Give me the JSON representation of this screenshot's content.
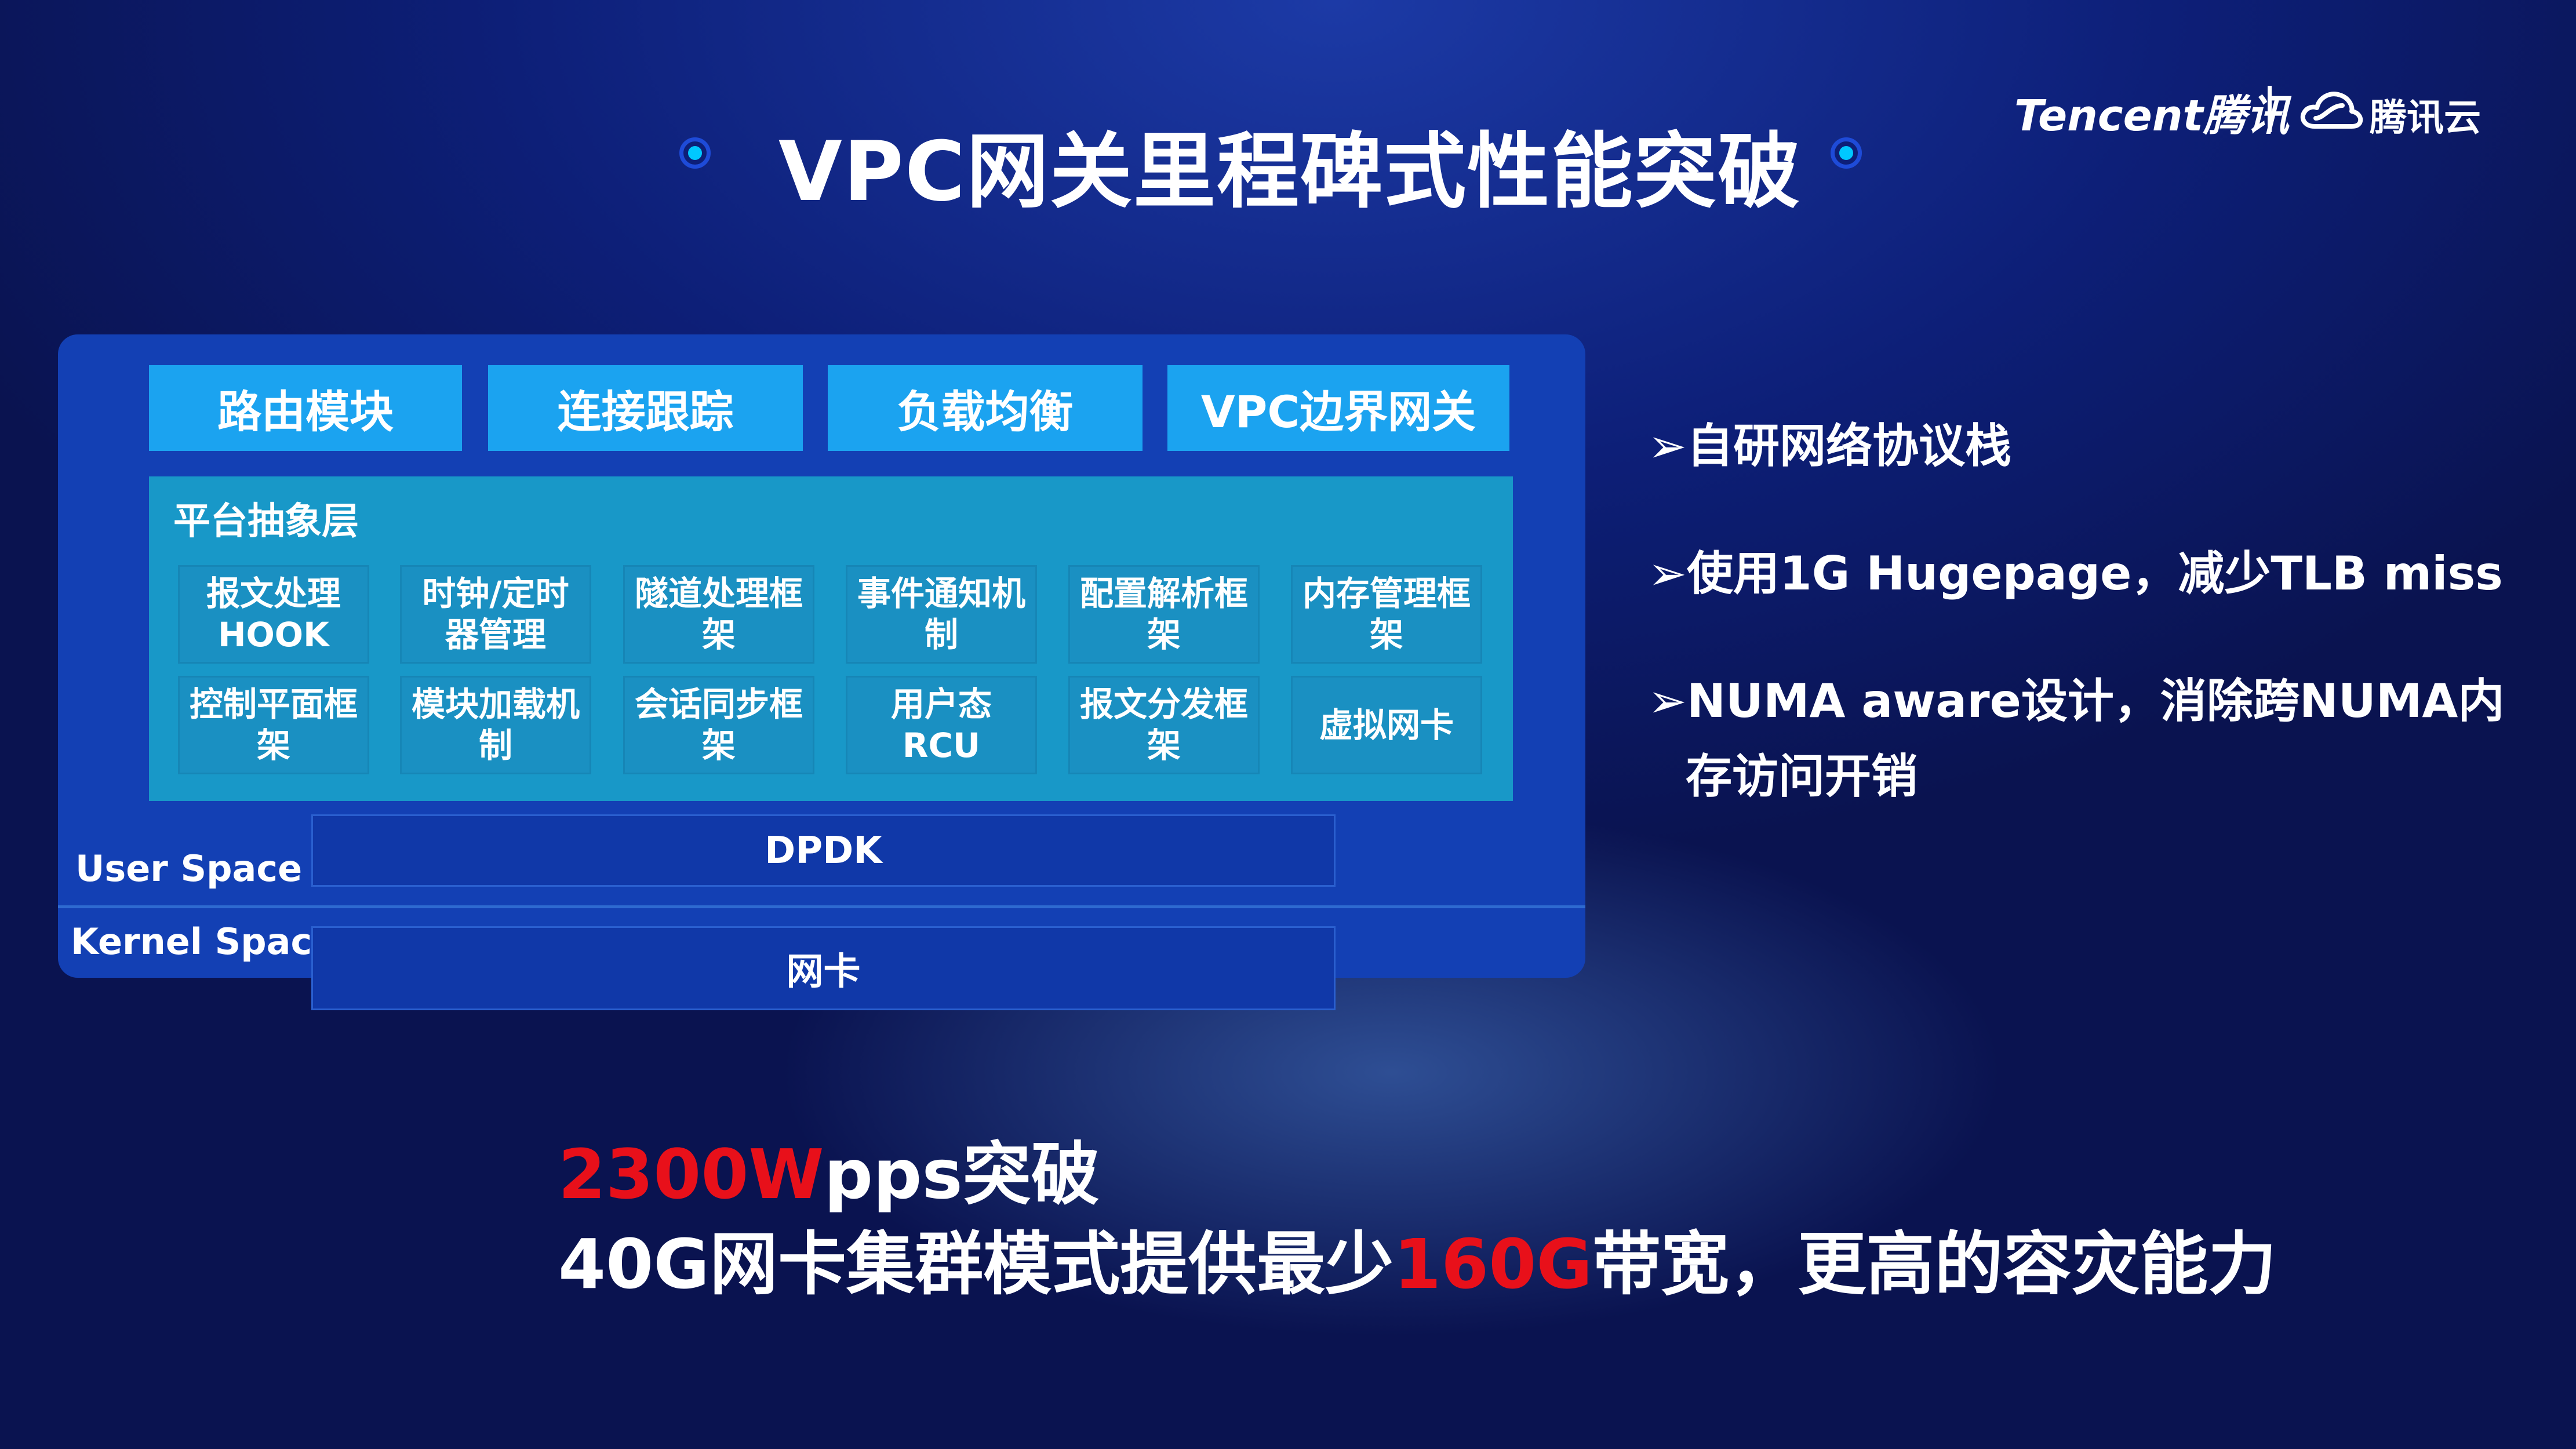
{
  "title": "VPC网关里程碑式性能突破",
  "brand": {
    "en": "Tencent腾讯",
    "cn": "腾讯云"
  },
  "modules": [
    "路由模块",
    "连接跟踪",
    "负载均衡",
    "VPC边界网关"
  ],
  "platform": {
    "title": "平台抽象层",
    "cells": [
      "报文处理\nHOOK",
      "时钟/定时\n器管理",
      "隧道处理框\n架",
      "事件通知机\n制",
      "配置解析框\n架",
      "内存管理框\n架",
      "控制平面框\n架",
      "模块加载机\n制",
      "会话同步框\n架",
      "用户态\nRCU",
      "报文分发框\n架",
      "虚拟网卡"
    ]
  },
  "dpdk": "DPDK",
  "nic": "网卡",
  "user_space": "User Space",
  "kernel_space": "Kernel Space",
  "bullets": [
    "➢自研网络协议栈",
    "➢使用1G Hugepage，减少TLB miss",
    "➢NUMA aware设计，消除跨NUMA内",
    "存访问开销"
  ],
  "stat1": {
    "highlight": "2300W",
    "rest": "pps突破"
  },
  "stat2": {
    "before": "40G网卡集群模式提供最少",
    "highlight": "160G",
    "after": "带宽，更高的容灾能力"
  },
  "colors": {
    "accent": "#1ba3f0",
    "platform": "#1898c8",
    "highlight_red": "#e8101a",
    "panel": "#1340b4"
  }
}
